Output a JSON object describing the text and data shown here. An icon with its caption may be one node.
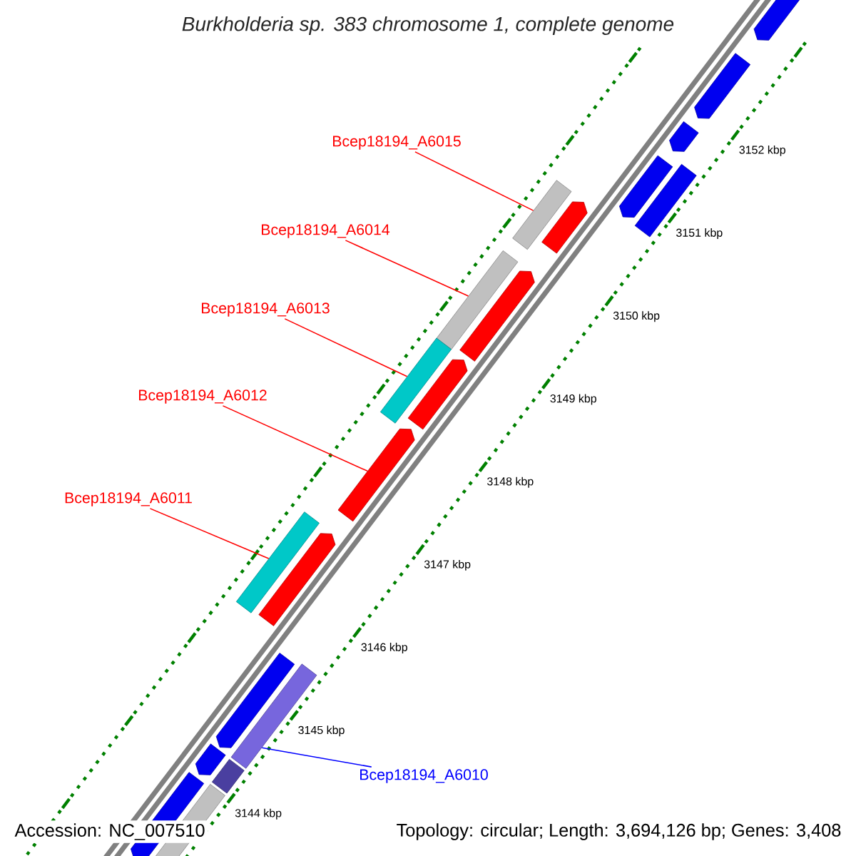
{
  "diagram": {
    "title": "*Burkholderia* sp. 383 chromosome 1, complete genome",
    "nodes": [
      {
        "text": [
          "Bcep18194_A6015"
        ]
      },
      {
        "text": [
          "Bcep18194_A6014"
        ]
      },
      {
        "text": [
          "Bcep18194_A6013"
        ]
      },
      {
        "text": [
          "Bcep18194_A6012"
        ]
      },
      {
        "text": [
          "Bcep18194_A6011"
        ]
      },
      {
        "text": [
          "Bcep18194_A6010"
        ]
      },
      {
        "text": [],
        "shape": "bar"
      },
      {
        "text": [],
        "shape": "bar"
      },
      {
        "text": [],
        "shape": "bar"
      },
      {
        "text": [],
        "shape": "arrow"
      },
      {
        "text": [],
        "shape": "bar"
      },
      {
        "text": [],
        "shape": "bar"
      }
    ],
    "edges": [
      {
        "from": 0,
        "to": 6,
        "arrow": "none"
      },
      {
        "from": 1,
        "to": 7,
        "arrow": "none"
      },
      {
        "from": 2,
        "to": 8,
        "arrow": "none"
      },
      {
        "from": 3,
        "to": 9,
        "arrow": "none"
      },
      {
        "from": 4,
        "to": 10,
        "arrow": "none"
      },
      {
        "from": 5,
        "to": 11,
        "arrow": "none",
        "color": "#0000ff"
      }
    ],
    "labels": [
      "3152 kbp",
      "3151 kbp",
      "3150 kbp",
      "3149 kbp",
      "3148 kbp",
      "3147 kbp",
      "3146 kbp",
      "3145 kbp",
      "3144 kbp",
      "Accession: NC_007510",
      "Topology: circular; Length: 3,694,126 bp; Genes: 3,408"
    ]
  }
}
